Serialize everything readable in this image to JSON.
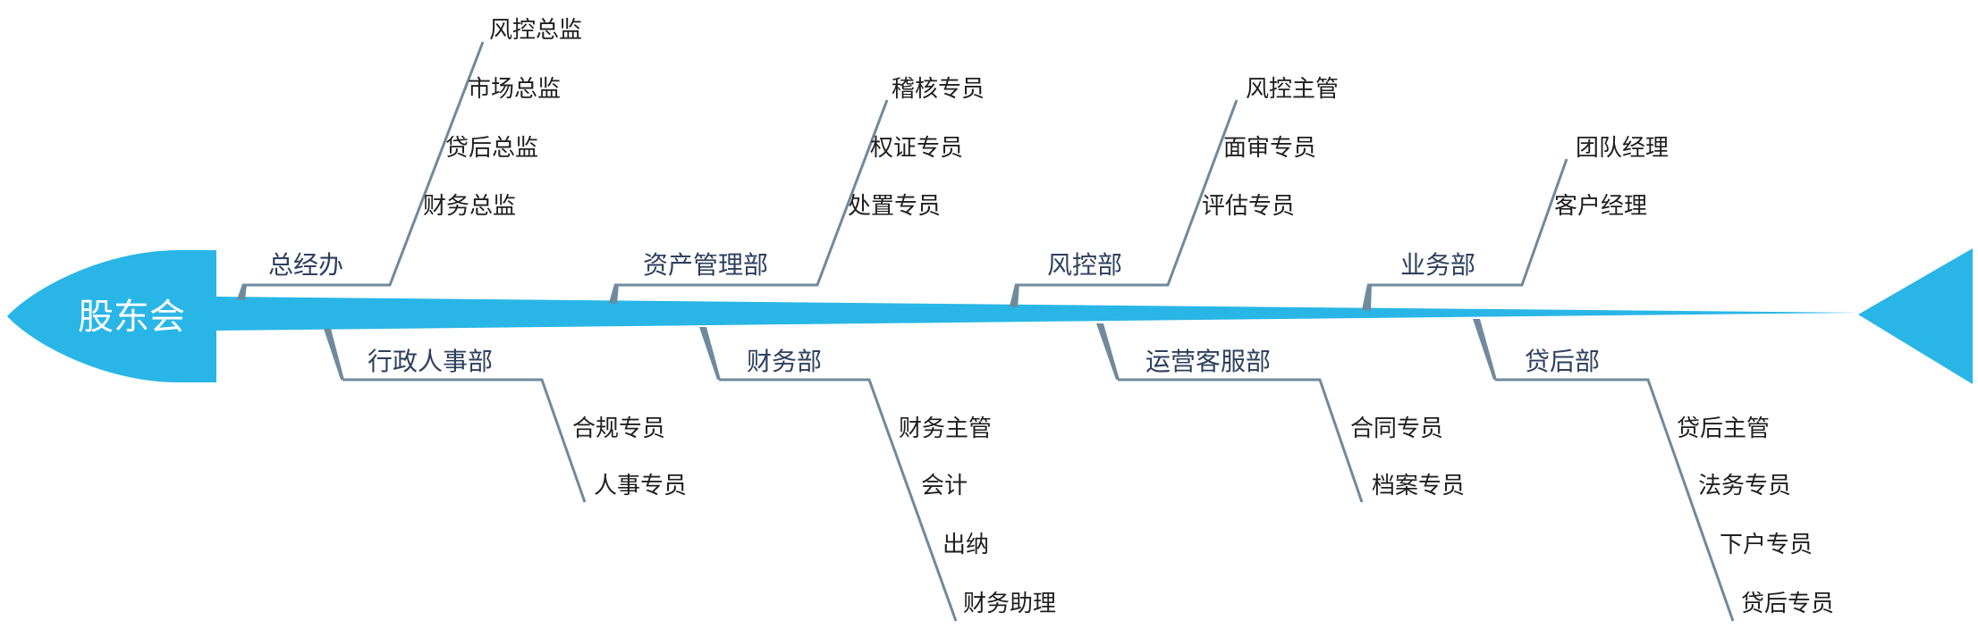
{
  "head": {
    "label": "股东会"
  },
  "colors": {
    "spine": "#29b6e6",
    "branch": "#6f8a9c",
    "head": "#29b6e6"
  },
  "departments": [
    {
      "name": "总经办",
      "roles": [
        "风控总监",
        "市场总监",
        "贷后总监",
        "财务总监"
      ]
    },
    {
      "name": "行政人事部",
      "roles": [
        "合规专员",
        "人事专员"
      ]
    },
    {
      "name": "资产管理部",
      "roles": [
        "稽核专员",
        "权证专员",
        "处置专员"
      ]
    },
    {
      "name": "财务部",
      "roles": [
        "财务主管",
        "会计",
        "出纳",
        "财务助理"
      ]
    },
    {
      "name": "风控部",
      "roles": [
        "风控主管",
        "面审专员",
        "评估专员"
      ]
    },
    {
      "name": "运营客服部",
      "roles": [
        "合同专员",
        "档案专员"
      ]
    },
    {
      "name": "业务部",
      "roles": [
        "团队经理",
        "客户经理"
      ]
    },
    {
      "name": "贷后部",
      "roles": [
        "贷后主管",
        "法务专员",
        "下户专员",
        "贷后专员"
      ]
    }
  ]
}
